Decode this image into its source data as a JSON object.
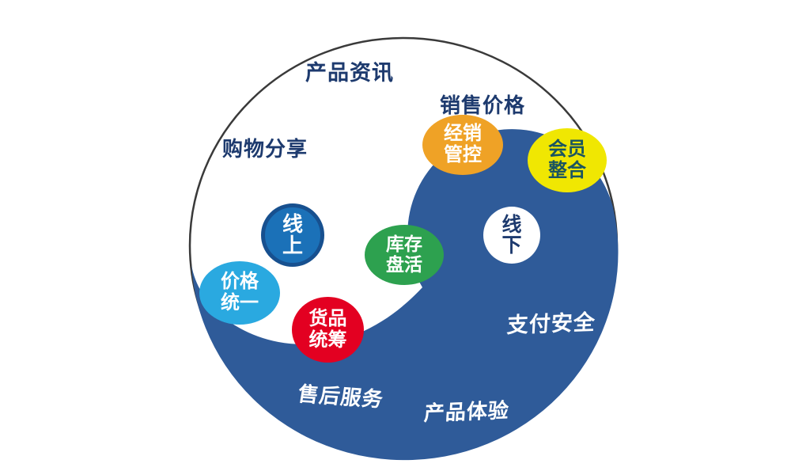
{
  "figure": {
    "outline_color": "#3a3a3a",
    "light_half_color": "#ffffff",
    "dark_half_color": "#2f5b99"
  },
  "region_labels": [
    {
      "name": "product-info",
      "text": "产品资讯",
      "color": "#1d3a6e"
    },
    {
      "name": "sales-price",
      "text": "销售价格",
      "color": "#1d3a6e"
    },
    {
      "name": "shopping-share",
      "text": "购物分享",
      "color": "#1d3a6e"
    },
    {
      "name": "payment-security",
      "text": "支付安全",
      "color": "#ffffff"
    },
    {
      "name": "after-sales-service",
      "text": "售后服务",
      "color": "#ffffff"
    },
    {
      "name": "product-experience",
      "text": "产品体验",
      "color": "#ffffff"
    }
  ],
  "bubbles": [
    {
      "name": "online",
      "line1": "线",
      "line2": "上",
      "fill": "#1b71b8",
      "border": "#17508f",
      "text_color": "#ffffff"
    },
    {
      "name": "offline",
      "line1": "线",
      "line2": "下",
      "fill": "#ffffff",
      "text_color": "#1d3a6e"
    },
    {
      "name": "distribution-control",
      "line1": "经销",
      "line2": "管控",
      "fill": "#efa226",
      "text_color": "#ffffff"
    },
    {
      "name": "member-integration",
      "line1": "会员",
      "line2": "整合",
      "fill": "#f0e702",
      "text_color": "#1b5560"
    },
    {
      "name": "inventory-revitalization",
      "line1": "库存",
      "line2": "盘活",
      "fill": "#2da14f",
      "text_color": "#ffffff"
    },
    {
      "name": "price-unification",
      "line1": "价格",
      "line2": "统一",
      "fill": "#2aa9e0",
      "text_color": "#ffffff"
    },
    {
      "name": "goods-coordination",
      "line1": "货品",
      "line2": "统筹",
      "fill": "#e30021",
      "text_color": "#ffffff"
    }
  ]
}
